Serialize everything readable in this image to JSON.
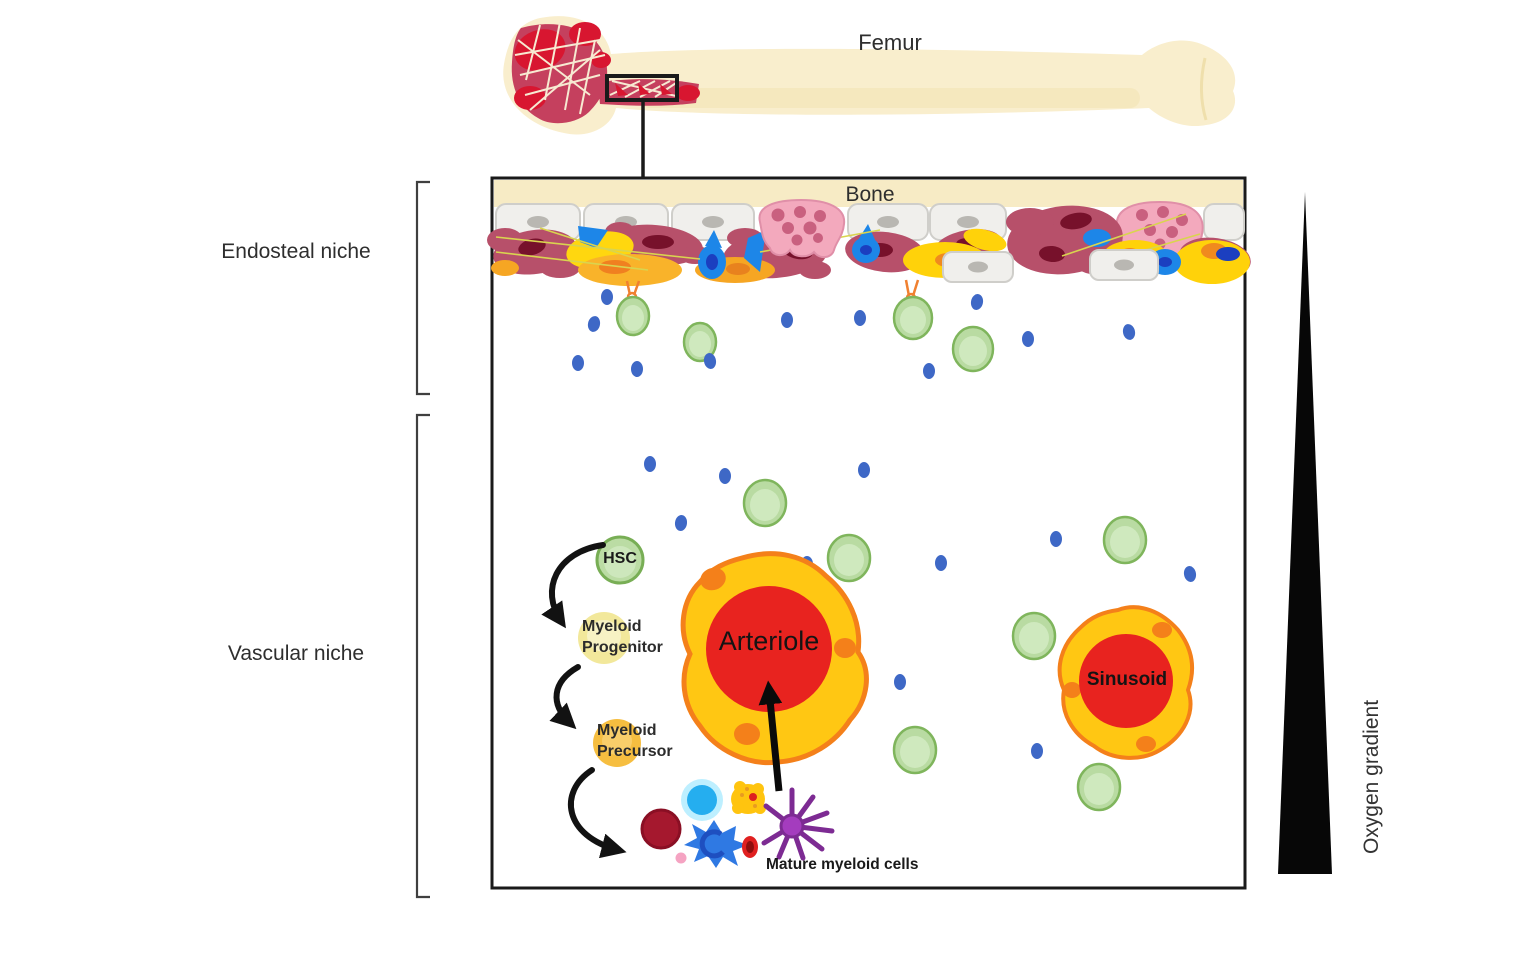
{
  "labels": {
    "femur": "Femur",
    "bone": "Bone",
    "endosteal_niche": "Endosteal niche",
    "vascular_niche": "Vascular niche",
    "hsc": "HSC",
    "myeloid_progenitor": [
      "Myeloid",
      "Progenitor"
    ],
    "myeloid_precursor": [
      "Myeloid",
      "Precursor"
    ],
    "mature_myeloid_cells": "Mature myeloid cells",
    "arteriole": "Arteriole",
    "sinusoid": "Sinusoid",
    "oxygen_gradient": "Oxygen gradient"
  },
  "colors": {
    "bone_cream": "#F7EBC5",
    "femur_fill": "#F9EECD",
    "marrow_red": "#D81630",
    "marrow_rose": "#C5405E",
    "osteoblast_white": "#F0EFEC",
    "osteoclast_pink": "#F3A9BD",
    "stromal_maroon": "#B7506A",
    "stromal_yellow": "#FFD20A",
    "stromal_blue": "#1D86E8",
    "hsc_fill": "#BBDCA4",
    "hsc_border": "#7FB55C",
    "progenitor_fill": "#F2E89B",
    "precursor_fill": "#F6BE40",
    "vessel_wall_yellow": "#FFC713",
    "vessel_outline_orange": "#F4801A",
    "vessel_lumen_red": "#E8231F",
    "progenitor_dot_blue": "#3E68C6",
    "dendritic_purple": "#7D2B93",
    "gradient_spike_black": "#070707"
  }
}
